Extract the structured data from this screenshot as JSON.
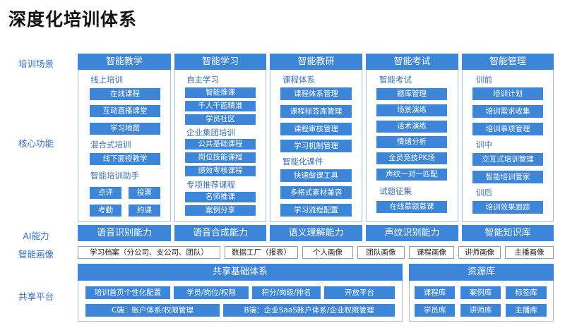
{
  "title": "深度化培训体系",
  "row_labels": {
    "scenario": "培训场景",
    "core": "核心功能",
    "ai": "AI能力",
    "portrait": "智能画像",
    "shared": "共享平台"
  },
  "columns": [
    {
      "head": "智能教学",
      "subs": [
        "线上培训",
        "混合式培训",
        "智能培训助手"
      ],
      "items": [
        "在线课程",
        "互动直播课堂",
        "学习地图",
        "线下面授教学",
        "点评",
        "投票",
        "考勤",
        "约课"
      ]
    },
    {
      "head": "智能学习",
      "subs": [
        "自主学习",
        "企业集团培训",
        "专项推荐课程"
      ],
      "items": [
        "智能推课",
        "千人千面精准",
        "学员社区",
        "公共基础课程",
        "岗位技能课程",
        "绩效考核课程",
        "名师推课",
        "案例分享"
      ]
    },
    {
      "head": "智能教研",
      "subs": [
        "课程体系",
        "智能化课件"
      ],
      "items": [
        "课程体系管理",
        "课程标签库管理",
        "课程审核管理",
        "学习机制管理",
        "快速做课工具",
        "多格式素材兼容",
        "学习流程配置"
      ]
    },
    {
      "head": "智能考试",
      "subs": [
        "智能考试",
        "试题征集"
      ],
      "items": [
        "题库管理",
        "场景演练",
        "话术演练",
        "情绪分析",
        "全员竞技PK场",
        "声纹一对一匹配",
        "在线慕题慕课"
      ]
    },
    {
      "head": "智能管理",
      "subs": [
        "训前",
        "训中",
        "训后"
      ],
      "items": [
        "培训计划",
        "培训需求收集",
        "培训事项管理",
        "交互式培训管理",
        "智能培训管家",
        "培训效果跟踪"
      ]
    }
  ],
  "ai": [
    "语音识别能力",
    "语音合成能力",
    "语义理解能力",
    "声纹识别能力",
    "智能知识库"
  ],
  "portrait": [
    "学习档案（分公司、支公司、团队）",
    "数据工厂（报表）",
    "个人画像",
    "团队画像",
    "课程画像",
    "讲师画像",
    "主播画像"
  ],
  "shared": {
    "base_title": "共享基础体系",
    "base_items": [
      "培训首页个性化配置",
      "学员/岗位/权限",
      "积分/岗级/排名",
      "开放平台",
      "C端：账户体系/权限管理",
      "B端：企业SaaS账户体系/企业权限管理"
    ],
    "res_title": "资源库",
    "res_items": [
      "课程库",
      "案例库",
      "标签库",
      "学员库",
      "讲师库",
      "主播库"
    ]
  }
}
